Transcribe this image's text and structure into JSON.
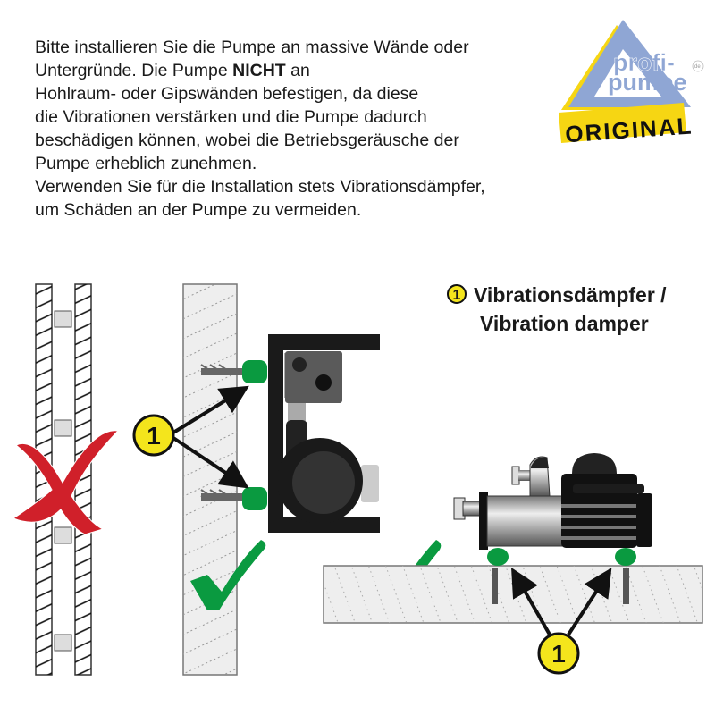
{
  "instructions": {
    "line1": "Bitte installieren Sie die Pumpe an massive Wände oder",
    "line2_pre": "Untergründe. Die Pumpe ",
    "line2_bold": "NICHT",
    "line2_post": " an",
    "line3": "Hohlraum- oder Gipswänden befestigen, da diese",
    "line4": "die Vibrationen verstärken und die Pumpe dadurch",
    "line5": "beschädigen können, wobei die Betriebsgeräusche der",
    "line6": "Pumpe erheblich zunehmen.",
    "line7": "Verwenden Sie für die Installation stets Vibrationsdämpfer,",
    "line8": "um Schäden an der Pumpe zu vermeiden."
  },
  "logo": {
    "line1": "profi-",
    "line2": "pumpe",
    "suffix": "de",
    "badge": "ORIGINAL"
  },
  "legend": {
    "number": "1",
    "line1": "Vibrationsdämpfer /",
    "line2": "Vibration damper"
  },
  "callouts": {
    "wall_mount": "1",
    "floor_mount": "1"
  },
  "icons": {
    "wrong": "red-x-icon",
    "correct": "green-check-icon"
  },
  "colors": {
    "damper": "#0a9a40",
    "check": "#0a9a40",
    "cross": "#d0202a",
    "callout": "#f4e51c",
    "logo_blue": "#8fa6d4",
    "logo_yellow": "#f6d613"
  }
}
